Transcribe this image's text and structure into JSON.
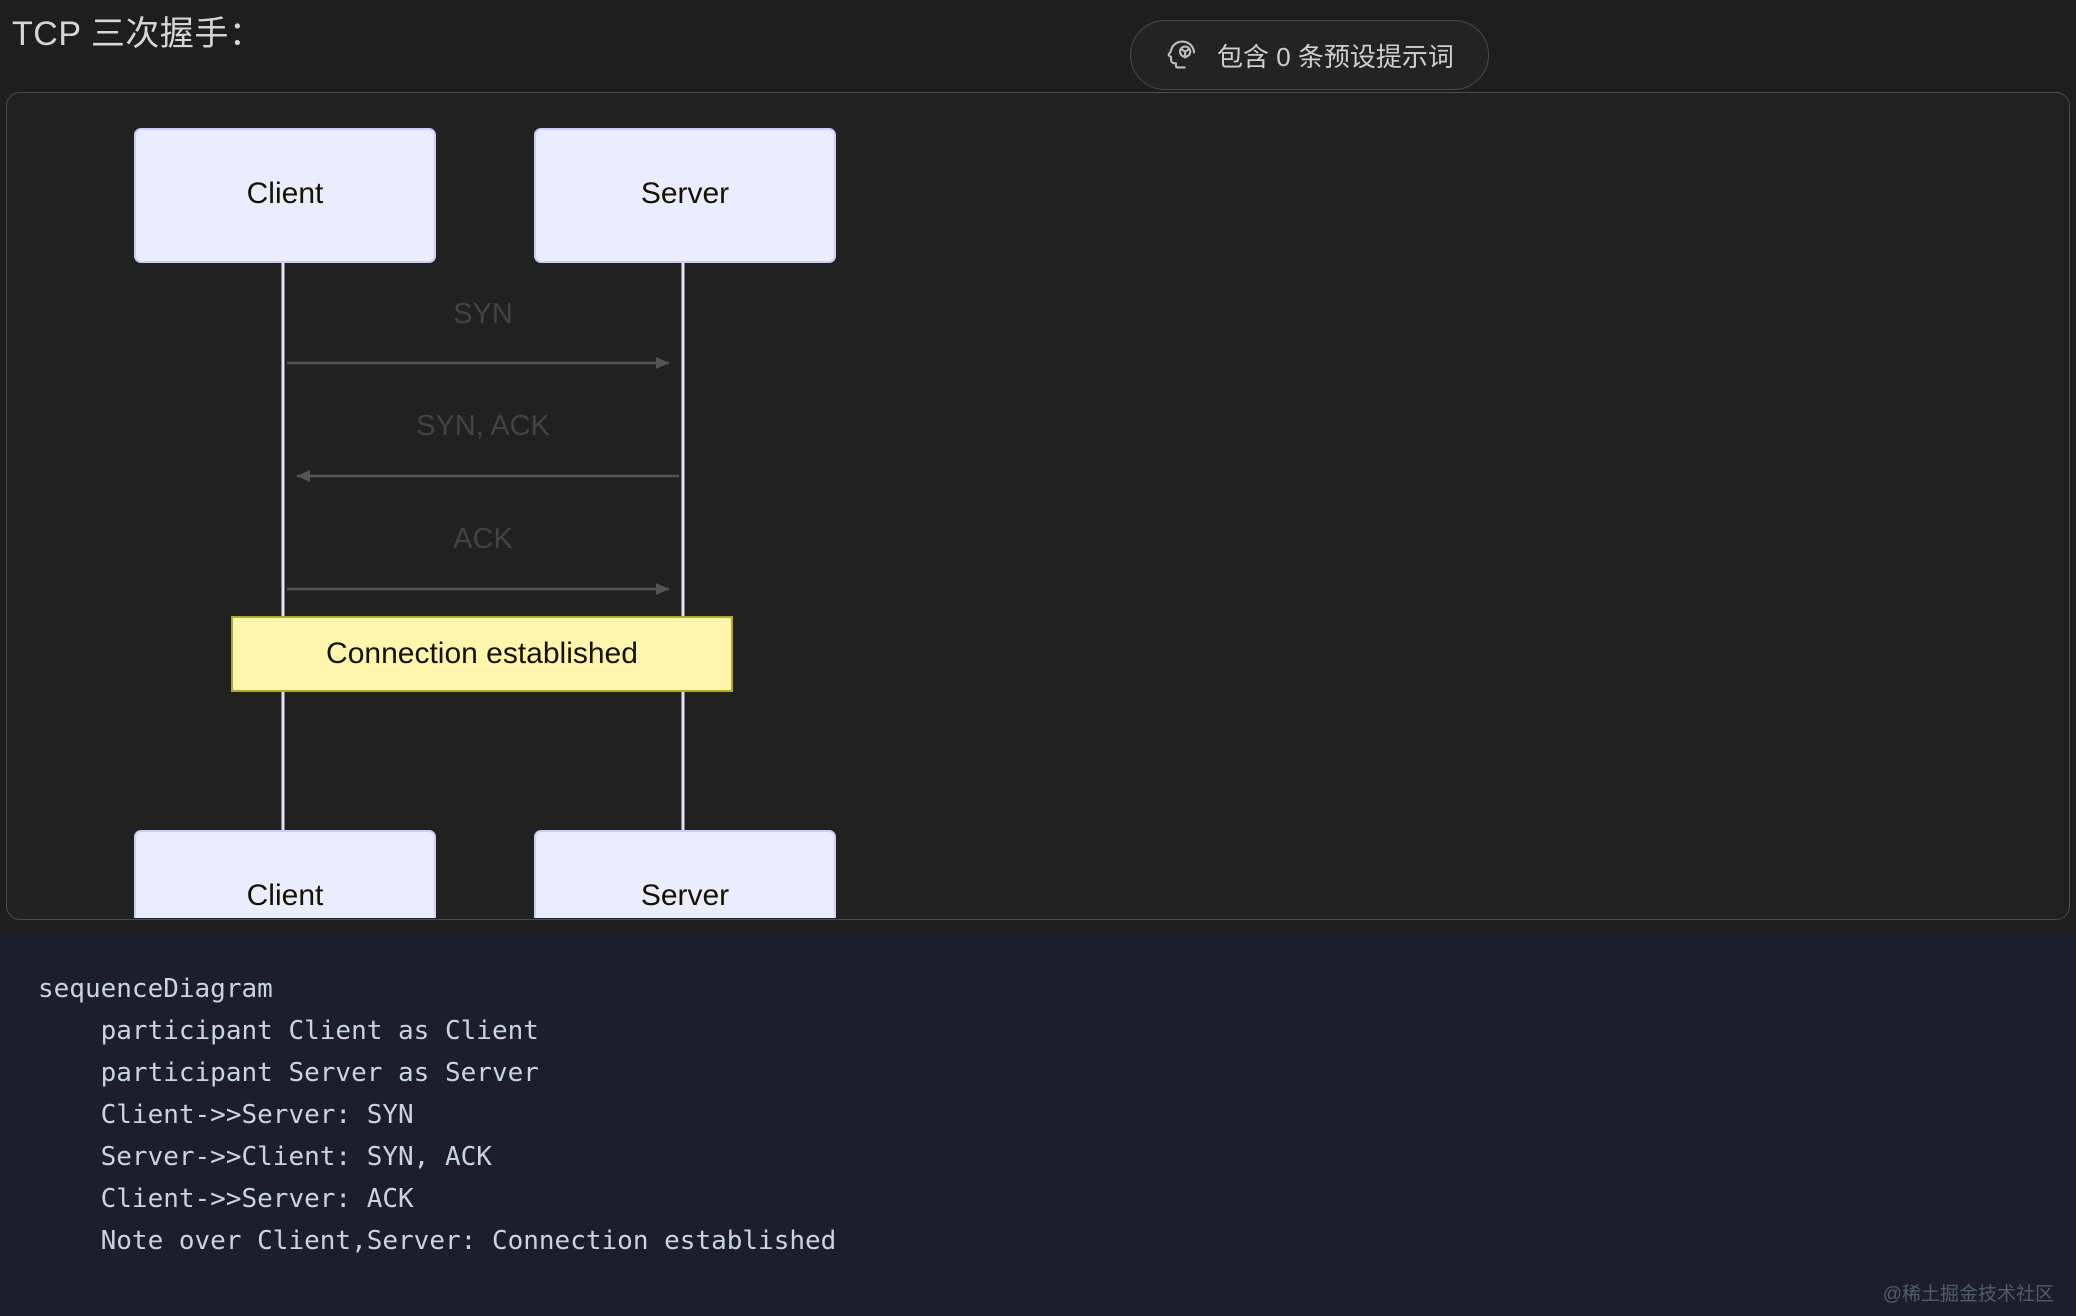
{
  "header": {
    "title": "TCP 三次握手：",
    "prompt_badge": {
      "label": "包含 0 条预设提示词",
      "icon": "head-brain-icon",
      "count": 0
    }
  },
  "diagram": {
    "type": "sequence-diagram",
    "theme": {
      "canvas_bg": "#212121",
      "actor_fill": "#ECECFF",
      "actor_stroke": "#CCCCFF",
      "actor_text": "#131300",
      "lifeline_color": "#E2E2F5",
      "message_line": "#555555",
      "message_text": "#444444",
      "note_fill": "#FFF5AD",
      "note_stroke": "#AAAA33",
      "note_text": "#131300"
    },
    "participants": [
      {
        "id": "Client",
        "label": "Client"
      },
      {
        "id": "Server",
        "label": "Server"
      }
    ],
    "participants_bottom": [
      {
        "id": "Client",
        "label": "Client"
      },
      {
        "id": "Server",
        "label": "Server"
      }
    ],
    "messages": [
      {
        "from": "Client",
        "to": "Server",
        "label": "SYN",
        "direction": "right"
      },
      {
        "from": "Server",
        "to": "Client",
        "label": "SYN, ACK",
        "direction": "left"
      },
      {
        "from": "Client",
        "to": "Server",
        "label": "ACK",
        "direction": "right"
      }
    ],
    "notes": [
      {
        "over": "Client,Server",
        "label": "Connection established"
      }
    ]
  },
  "code": {
    "language": "mermaid",
    "lines": [
      "sequenceDiagram",
      "    participant Client as Client",
      "    participant Server as Server",
      "    Client->>Server: SYN",
      "    Server->>Client: SYN, ACK",
      "    Client->>Server: ACK",
      "    Note over Client,Server: Connection established"
    ]
  },
  "watermark": "@稀土掘金技术社区"
}
